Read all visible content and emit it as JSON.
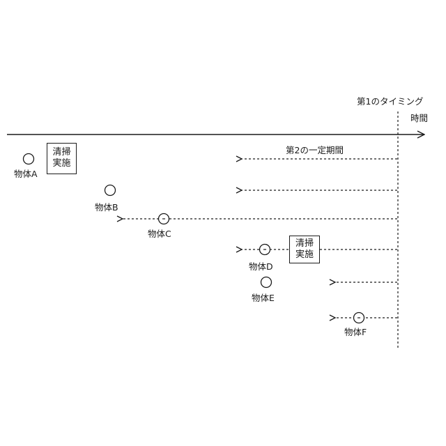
{
  "timing_label": "第1のタイミング",
  "time_axis_label": "時間",
  "period_label": "第2の一定期間",
  "cleaning_label_line1": "清掃",
  "cleaning_label_line2": "実施",
  "objects": [
    {
      "name": "物体A"
    },
    {
      "name": "物体B"
    },
    {
      "name": "物体C"
    },
    {
      "name": "物体D"
    },
    {
      "name": "物体E"
    },
    {
      "name": "物体F"
    }
  ]
}
